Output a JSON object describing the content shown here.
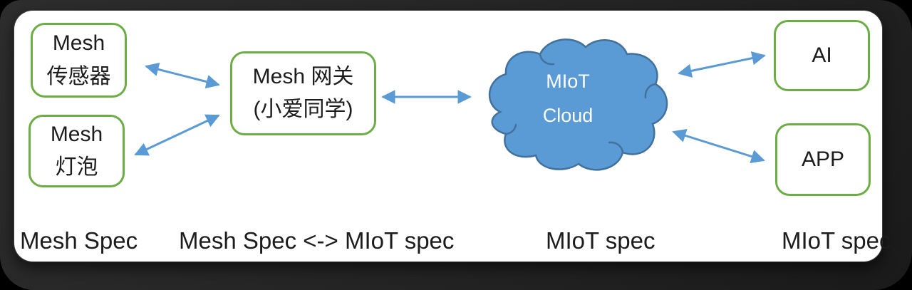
{
  "diagram": {
    "nodes": {
      "sensor": {
        "line1": "Mesh",
        "line2": "传感器"
      },
      "bulb": {
        "line1": "Mesh",
        "line2": "灯泡"
      },
      "gateway": {
        "line1": "Mesh 网关",
        "line2": "(小爱同学)"
      },
      "cloud": {
        "line1": "MIoT",
        "line2": "Cloud"
      },
      "ai": {
        "label": "AI"
      },
      "app": {
        "label": "APP"
      }
    },
    "footer_labels": {
      "device_spec": "Mesh Spec",
      "gateway_spec": "Mesh Spec <-> MIoT spec",
      "cloud_spec": "MIoT spec",
      "client_spec": "MIoT spec"
    },
    "colors": {
      "node_border_green": "#6CAE45",
      "arrow_blue": "#5B9BD5",
      "cloud_fill": "#5B9BD5",
      "cloud_stroke": "#41719C",
      "text": "#1C1C1C",
      "frame_dark": "#262626",
      "panel_bg": "#FFFFFF"
    }
  }
}
